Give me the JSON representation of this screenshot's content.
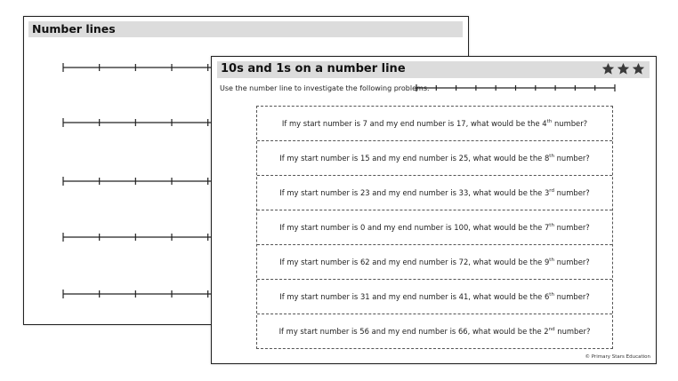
{
  "back_sheet": {
    "title": "Number lines"
  },
  "front_sheet": {
    "title": "10s and 1s on a number line",
    "difficulty_stars": 3,
    "instruction": "Use the number line to investigate the following problems.",
    "problems": [
      {
        "prefix": "If my start number is 7 and my end number is 17, what would be the 4",
        "ordinal": "th",
        "suffix": " number?"
      },
      {
        "prefix": "If my start number is 15 and my end number is 25, what would be the 8",
        "ordinal": "th",
        "suffix": " number?"
      },
      {
        "prefix": "If my start number is 23 and my end number is 33, what would be the 3",
        "ordinal": "rd",
        "suffix": " number?"
      },
      {
        "prefix": "If my start number is 0 and my end number is 100, what would be the 7",
        "ordinal": "th",
        "suffix": " number?"
      },
      {
        "prefix": "If my start number is 62 and my end number is 72, what would be the 9",
        "ordinal": "th",
        "suffix": " number?"
      },
      {
        "prefix": "If my start number is 31 and my end number is 41, what would be the 6",
        "ordinal": "th",
        "suffix": " number?"
      },
      {
        "prefix": "If my start number is 56 and my end number is 66, what would be the 2",
        "ordinal": "nd",
        "suffix": " number?"
      }
    ],
    "copyright": "© Primary Stars Education"
  }
}
